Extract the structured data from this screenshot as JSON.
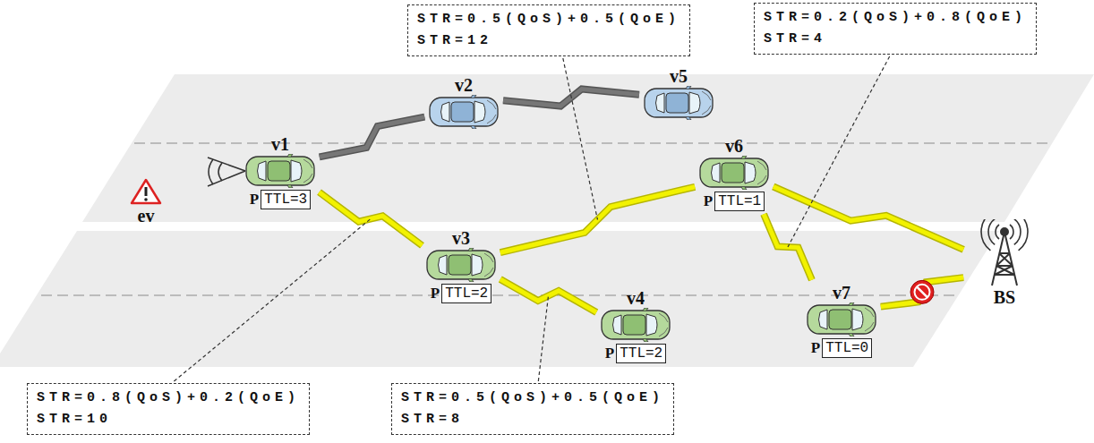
{
  "diagram": {
    "nodes": [
      {
        "text": [
          "STR=0.5(QoS)+0.5(QoE)",
          "STR=12"
        ]
      },
      {
        "text": [
          "STR=0.2(QoS)+0.8(QoE)",
          "STR=4"
        ]
      },
      {
        "text": [
          "v2"
        ]
      },
      {
        "text": [
          "v5"
        ]
      },
      {
        "text": [
          "v1",
          "P",
          "TTL=3"
        ]
      },
      {
        "text": [
          "v6",
          "P",
          "TTL=1"
        ]
      },
      {
        "text": [
          "ev"
        ]
      },
      {
        "text": [
          "v3",
          "P",
          "TTL=2"
        ]
      },
      {
        "text": [
          "v4",
          "P",
          "TTL=2"
        ]
      },
      {
        "text": [
          "v7",
          "P",
          "TTL=0"
        ]
      },
      {
        "text": [
          "BS"
        ]
      },
      {
        "text": [
          "STR=0.8(QoS)+0.2(QoE)",
          "STR=10"
        ]
      },
      {
        "text": [
          "STR=0.5(QoS)+0.5(QoE)",
          "STR=8"
        ]
      }
    ],
    "edges": [
      {
        "from": 4,
        "to": 2,
        "arrow": "none"
      },
      {
        "from": 2,
        "to": 3,
        "arrow": "none"
      },
      {
        "from": 4,
        "to": 7,
        "arrow": "none"
      },
      {
        "from": 7,
        "to": 5,
        "arrow": "none"
      },
      {
        "from": 7,
        "to": 8,
        "arrow": "none"
      },
      {
        "from": 5,
        "to": 9,
        "arrow": "none"
      },
      {
        "from": 5,
        "to": 10,
        "arrow": "none"
      },
      {
        "from": 9,
        "to": 10,
        "arrow": "none"
      }
    ]
  }
}
